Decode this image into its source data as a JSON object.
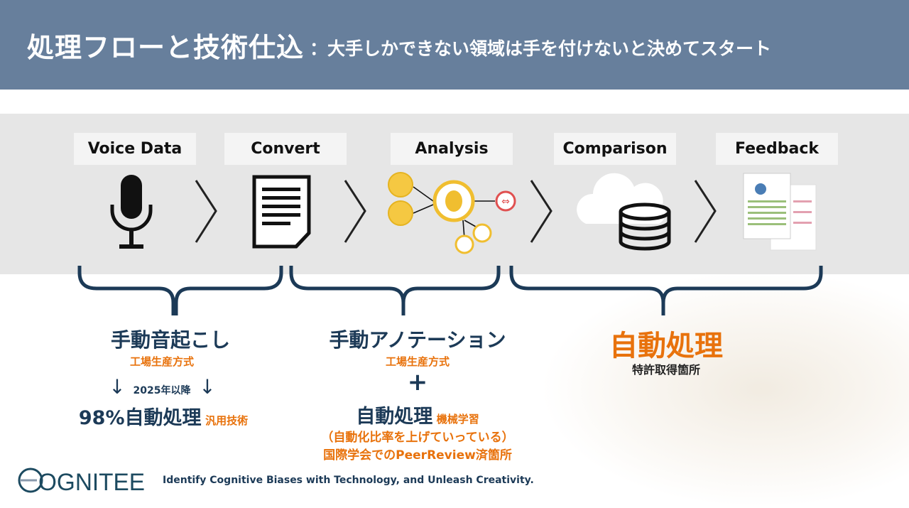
{
  "header": {
    "title": "処理フローと技術仕込",
    "subtitle": "：大手しかできない領域は手を付けないと決めてスタート"
  },
  "steps": [
    {
      "label": "Voice Data",
      "icon": "microphone-icon"
    },
    {
      "label": "Convert",
      "icon": "document-icon"
    },
    {
      "label": "Analysis",
      "icon": "analysis-network-icon"
    },
    {
      "label": "Comparison",
      "icon": "cloud-database-icon"
    },
    {
      "label": "Feedback",
      "icon": "report-pages-icon"
    }
  ],
  "groups": {
    "left": {
      "title": "手動音起こし",
      "sub": "工場生産方式",
      "year": "2025年以降",
      "result": "98%自動処理",
      "result_note": "汎用技術"
    },
    "middle": {
      "title": "手動アノテーション",
      "sub": "工場生産方式",
      "plus": "+",
      "result": "自動処理",
      "result_note": "機械学習",
      "note1": "（自動化比率を上げていっている）",
      "note2": "国際学会でのPeerReview済箇所"
    },
    "right": {
      "title": "自動処理",
      "sub": "特許取得箇所"
    }
  },
  "footer": {
    "logo": "COGNITEE",
    "tagline": "Identify Cognitive Biases with Technology, and Unleash Creativity."
  },
  "colors": {
    "header": "#677f9c",
    "navy": "#1c3a57",
    "orange": "#e8720c",
    "band": "#e6e6e6"
  }
}
